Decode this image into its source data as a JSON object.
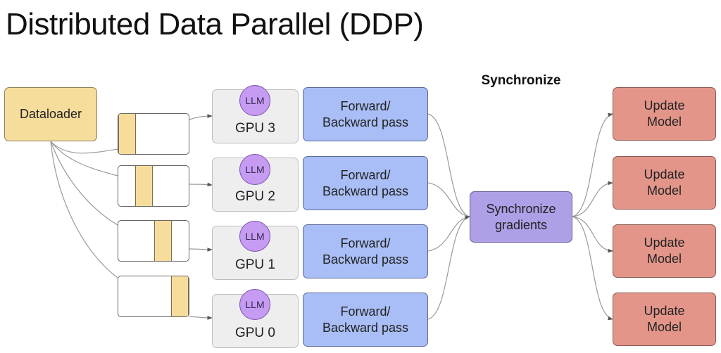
{
  "title": "Distributed Data Parallel (DDP)",
  "colors": {
    "dataloader": "#f7dd9c",
    "gpu_box": "#eeeeee",
    "llm_circle": "#c69cf2",
    "forward_backward": "#a9bef6",
    "synchronize": "#ae9fe6",
    "update_model": "#e3958a",
    "connector": "#9a9a9a"
  },
  "dataloader": {
    "label": "Dataloader"
  },
  "shards": [
    {
      "chunk_index": 0,
      "of": 4
    },
    {
      "chunk_index": 1,
      "of": 4
    },
    {
      "chunk_index": 2,
      "of": 4
    },
    {
      "chunk_index": 3,
      "of": 4
    }
  ],
  "gpus": [
    {
      "llm": "LLM",
      "label": "GPU 3"
    },
    {
      "llm": "LLM",
      "label": "GPU 2"
    },
    {
      "llm": "LLM",
      "label": "GPU 1"
    },
    {
      "llm": "LLM",
      "label": "GPU 0"
    }
  ],
  "passes": [
    {
      "line1": "Forward/",
      "line2": "Backward pass"
    },
    {
      "line1": "Forward/",
      "line2": "Backward pass"
    },
    {
      "line1": "Forward/",
      "line2": "Backward pass"
    },
    {
      "line1": "Forward/",
      "line2": "Backward pass"
    }
  ],
  "sync_section_label": "Synchronize",
  "sync_box": {
    "line1": "Synchronize",
    "line2": "gradients"
  },
  "updates": [
    {
      "line1": "Update",
      "line2": "Model"
    },
    {
      "line1": "Update",
      "line2": "Model"
    },
    {
      "line1": "Update",
      "line2": "Model"
    },
    {
      "line1": "Update",
      "line2": "Model"
    }
  ]
}
